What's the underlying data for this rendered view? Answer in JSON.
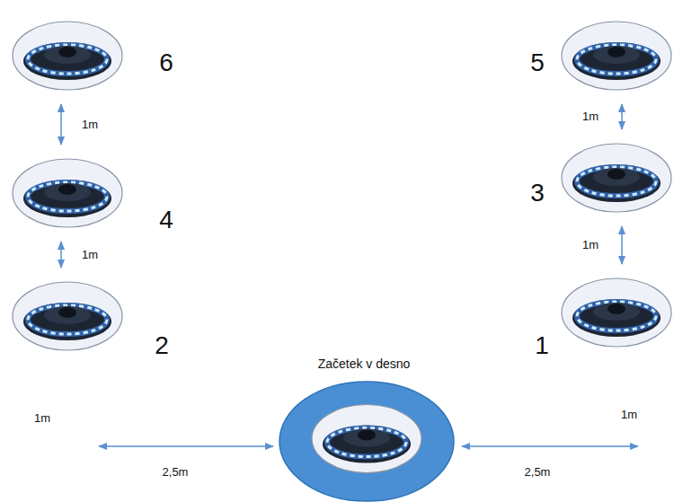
{
  "diagram": {
    "nodes": [
      {
        "text": [
          "6"
        ]
      },
      {
        "text": [
          "5"
        ]
      },
      {
        "text": [
          "4"
        ]
      },
      {
        "text": [
          "3"
        ]
      },
      {
        "text": [
          "2"
        ]
      },
      {
        "text": [
          "1"
        ]
      },
      {
        "text": [
          "Začetek v desno"
        ]
      }
    ],
    "edges": [
      {
        "from": 0,
        "to": 2,
        "arrow": "both",
        "label": "1m"
      },
      {
        "from": 2,
        "to": 4,
        "arrow": "both",
        "label": "1m"
      },
      {
        "from": 1,
        "to": 3,
        "arrow": "both",
        "label": "1m"
      },
      {
        "from": 3,
        "to": 5,
        "arrow": "both",
        "label": "1m"
      }
    ],
    "labels": [
      "1m",
      "1m",
      "2,5m",
      "2,5m"
    ]
  }
}
